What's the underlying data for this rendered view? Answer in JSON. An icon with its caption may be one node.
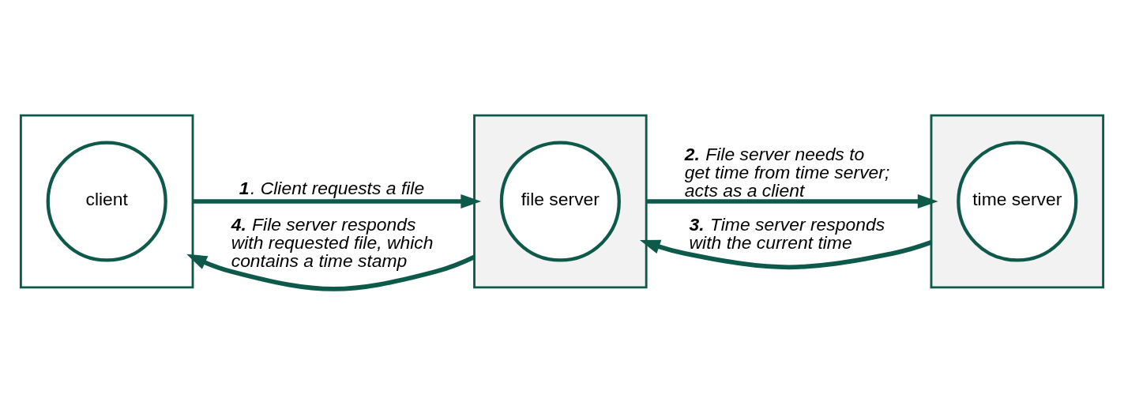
{
  "diagram": {
    "nodes": [
      {
        "text": [],
        "shape": "box"
      },
      {
        "text": [
          "client"
        ],
        "in": 0
      },
      {
        "text": [],
        "shape": "box"
      },
      {
        "text": [
          "file server"
        ],
        "in": 2
      },
      {
        "text": [],
        "shape": "box"
      },
      {
        "text": [
          "time server"
        ],
        "in": 4
      }
    ],
    "edges": [
      {
        "from": 0,
        "to": 2,
        "arrow": "to",
        "label": "**1**. Client requests a file"
      },
      {
        "from": 2,
        "to": 4,
        "arrow": "to",
        "label": "**2.** File server needs to get time from time server; acts as a client"
      },
      {
        "from": 4,
        "to": 2,
        "arrow": "to",
        "label": "**3.** Time server responds with the current time"
      },
      {
        "from": 2,
        "to": 0,
        "arrow": "to",
        "label": "**4.** File server responds with requested file, which contains a time stamp"
      }
    ]
  }
}
